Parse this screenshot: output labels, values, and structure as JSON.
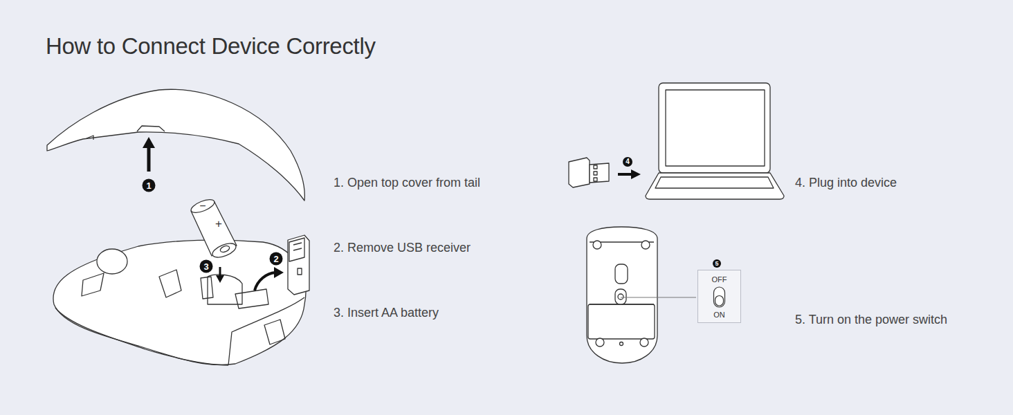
{
  "diagram": {
    "title": "How to Connect Device Correctly",
    "nodes": [
      {
        "text": [
          "OFF",
          "ON"
        ]
      }
    ],
    "labels": [
      "1",
      "2",
      "3",
      "4",
      "5",
      "−",
      "+",
      "1. Open top cover from tail",
      "2. Remove USB receiver",
      "3. Insert AA battery",
      "4. Plug into device",
      "5. Turn on the power switch"
    ]
  }
}
